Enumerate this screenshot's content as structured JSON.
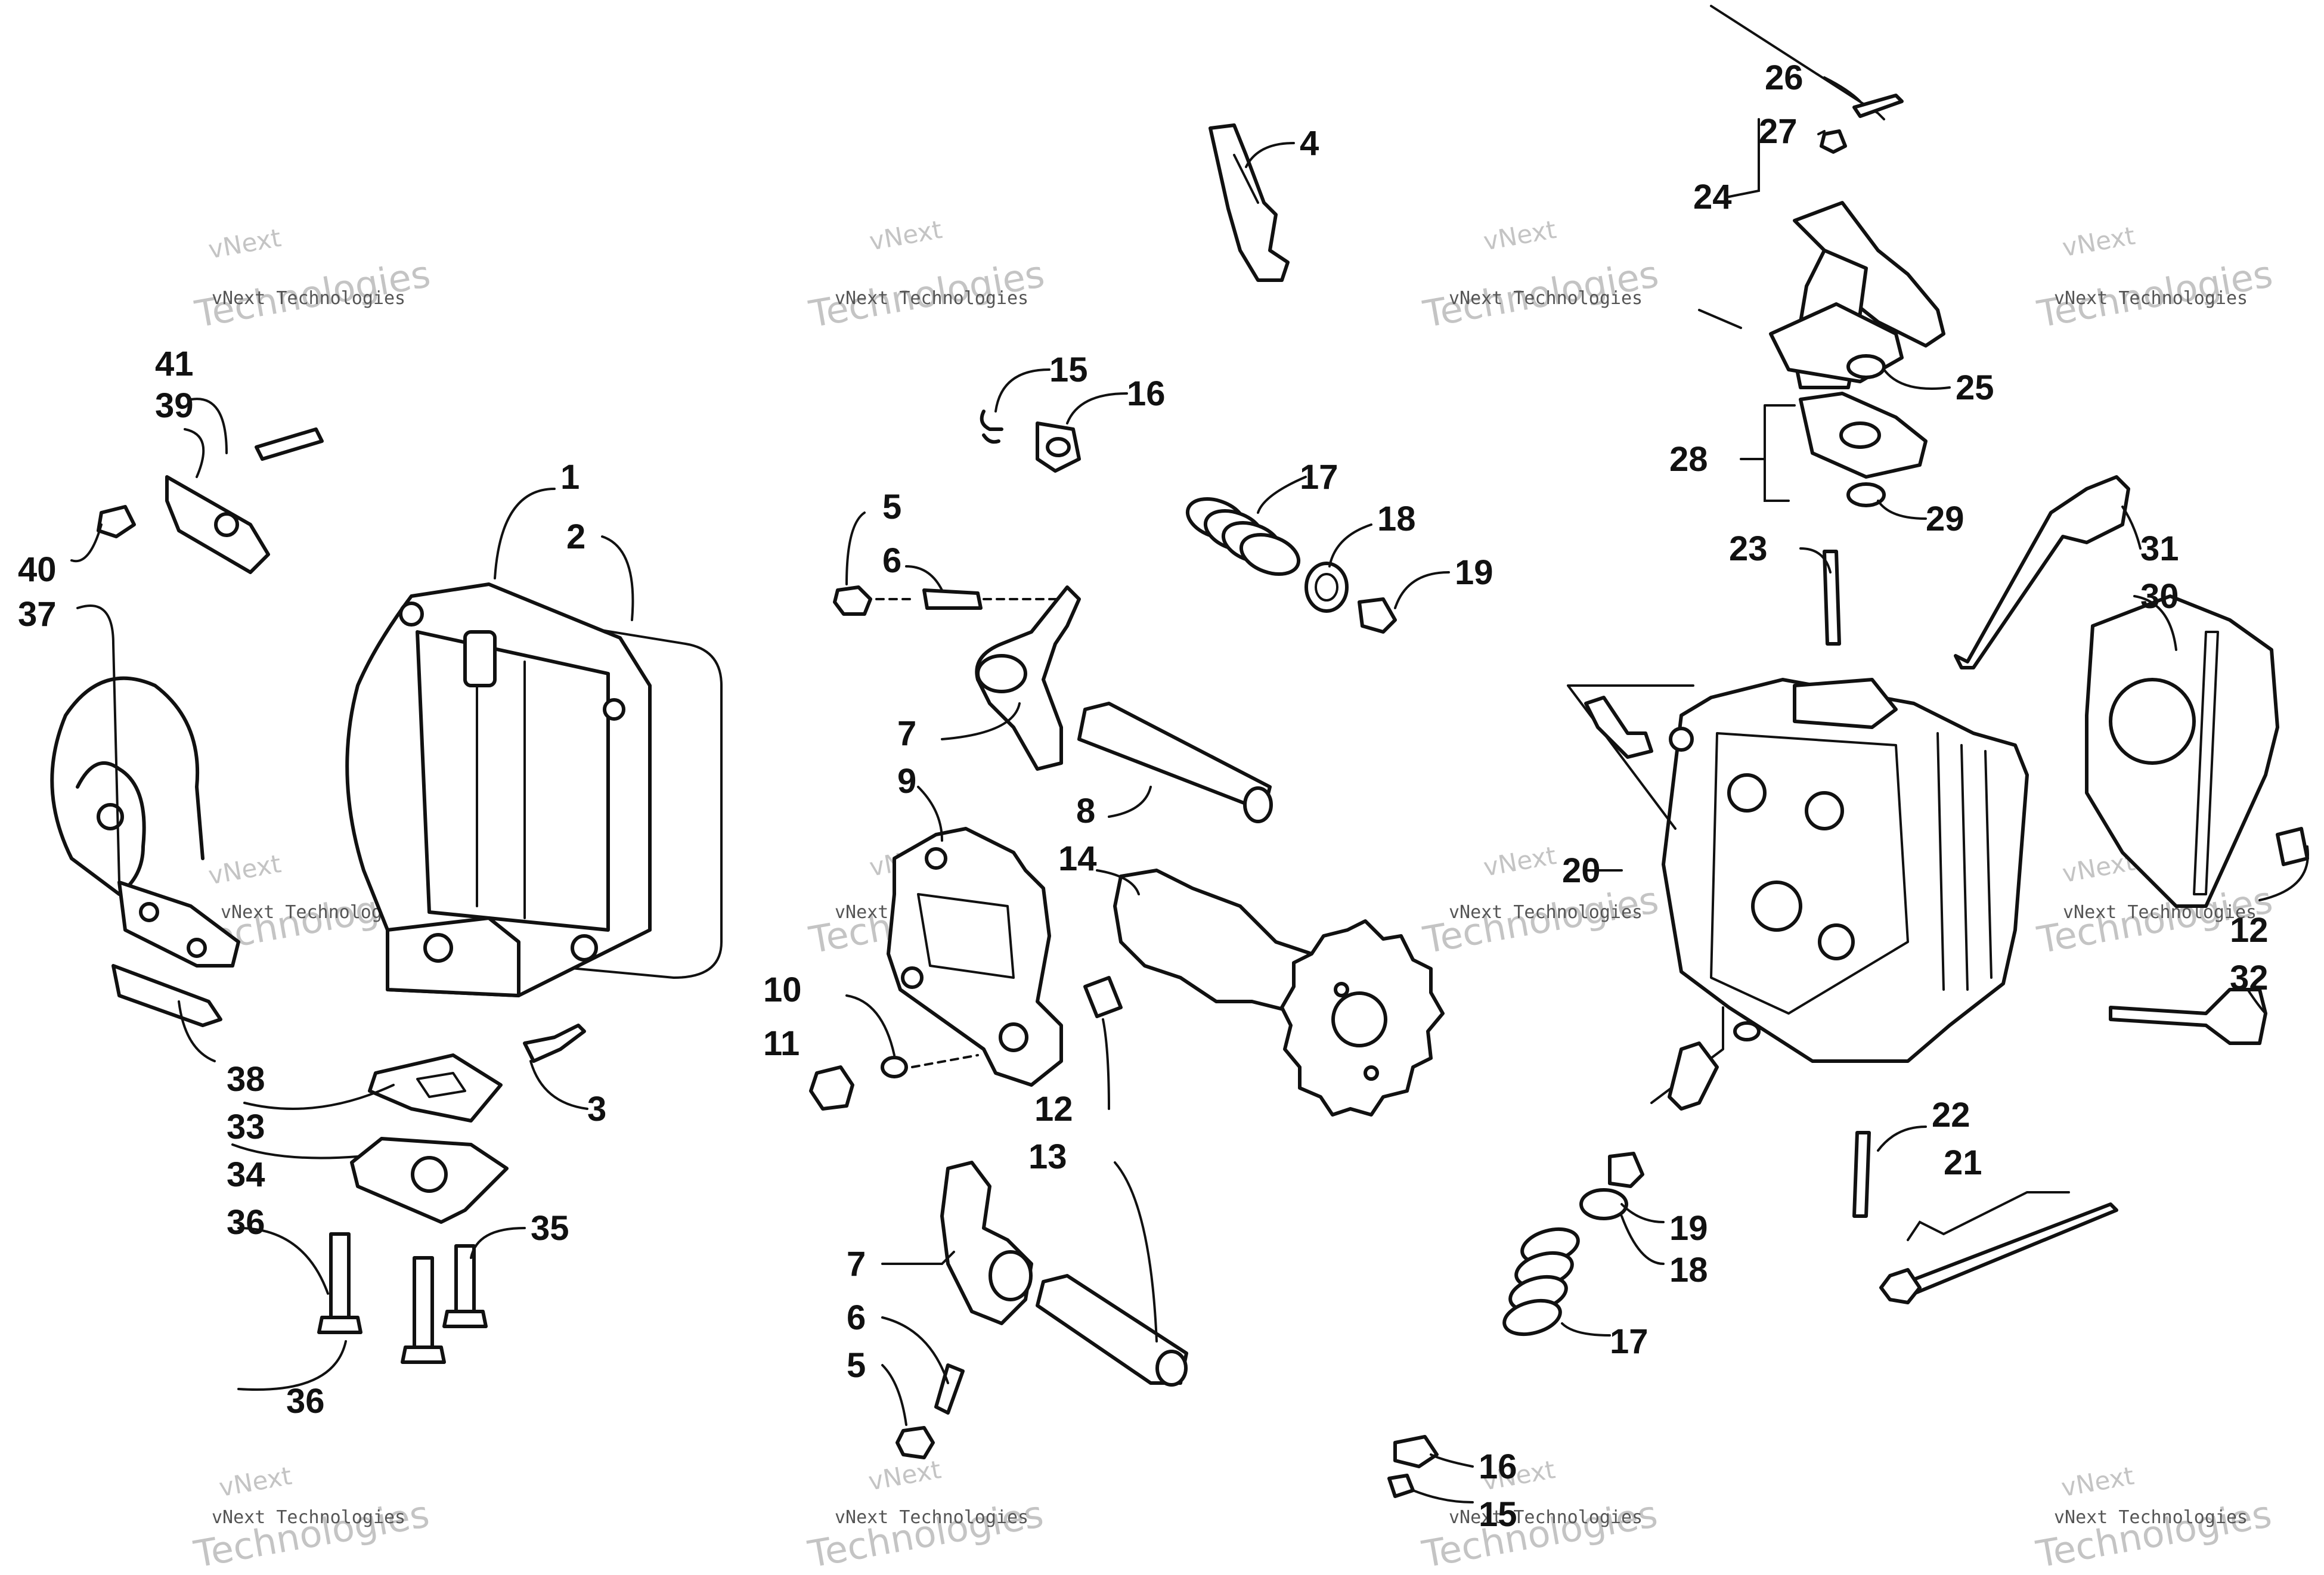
{
  "watermark": {
    "small": "vNext Technologies",
    "large": "Technologies",
    "top": "vNext"
  },
  "callouts": {
    "c1": "1",
    "c2": "2",
    "c3": "3",
    "c4": "4",
    "c5a": "5",
    "c5b": "5",
    "c6a": "6",
    "c6b": "6",
    "c7a": "7",
    "c7b": "7",
    "c8": "8",
    "c9": "9",
    "c10": "10",
    "c11": "11",
    "c12a": "12",
    "c12b": "12",
    "c13": "13",
    "c14": "14",
    "c15a": "15",
    "c15b": "15",
    "c16a": "16",
    "c16b": "16",
    "c17a": "17",
    "c17b": "17",
    "c18a": "18",
    "c18b": "18",
    "c19a": "19",
    "c19b": "19",
    "c20": "20",
    "c21": "21",
    "c22": "22",
    "c23": "23",
    "c24": "24",
    "c25": "25",
    "c26": "26",
    "c27": "27",
    "c28": "28",
    "c29": "29",
    "c30": "30",
    "c31": "31",
    "c32": "32",
    "c33": "33",
    "c34": "34",
    "c35": "35",
    "c36a": "36",
    "c36b": "36",
    "c37": "37",
    "c38": "38",
    "c39": "39",
    "c40": "40",
    "c41": "41"
  }
}
